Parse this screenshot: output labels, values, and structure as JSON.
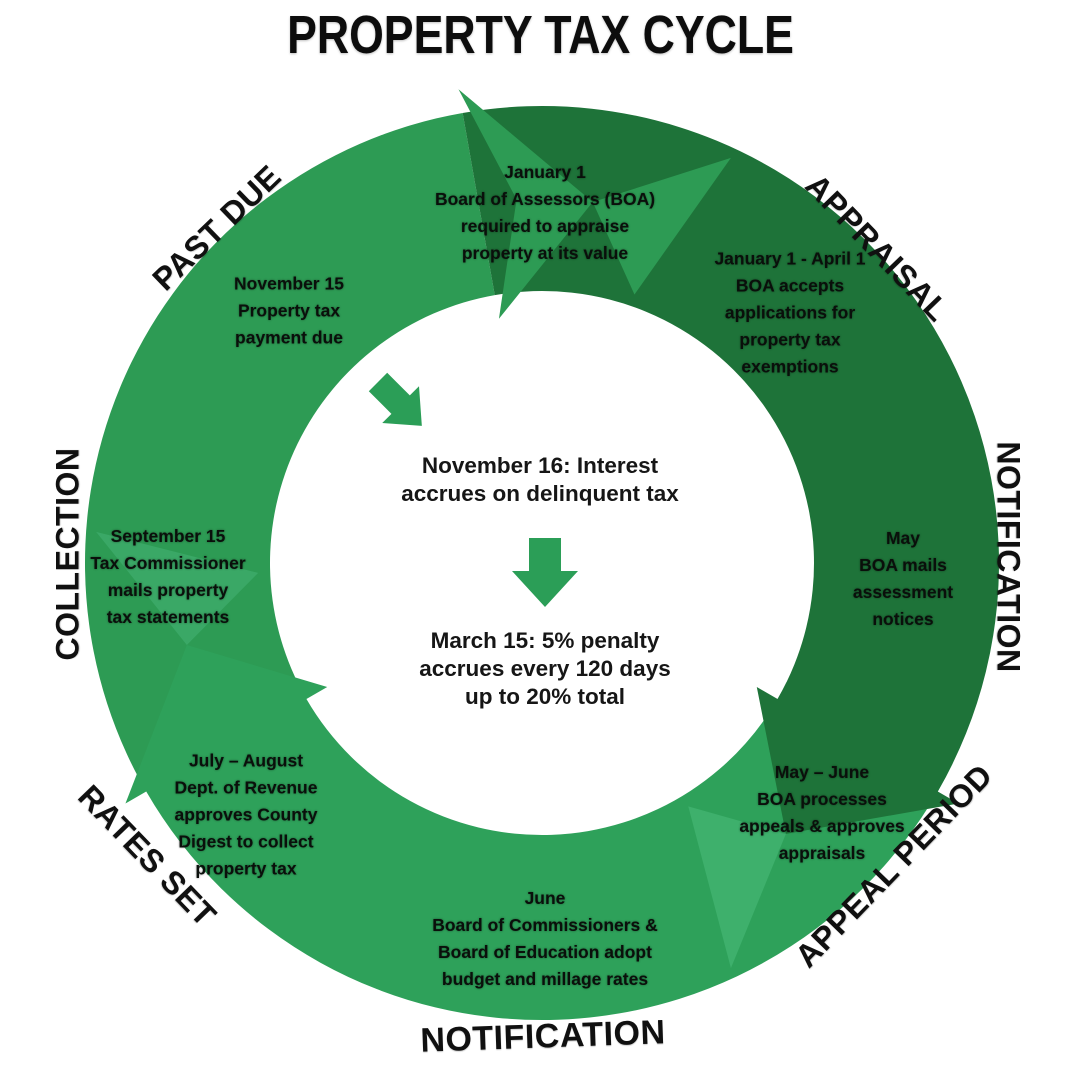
{
  "title": "PROPERTY TAX CYCLE",
  "colors": {
    "ring_left": "#2d9b54",
    "ring_right": "#1e7339",
    "ring_bottom": "#2ea15a",
    "wedge_light_bottom": "#3eb06c",
    "wedge_light_left": "#3aa866",
    "center_arrow": "#2b9e57",
    "text_dark": "#0a0f0b"
  },
  "outer_labels": {
    "past_due": "PAST DUE",
    "appraisal": "APPRAISAL",
    "notification_right": "NOTIFICATION",
    "appeal_period": "APPEAL PERIOD",
    "notification_bottom": "NOTIFICATION",
    "rates_set": "RATES SET",
    "collection": "COLLECTION"
  },
  "segments": {
    "january": "January 1\nBoard of Assessors (BOA)\nrequired to appraise\nproperty at its value",
    "jan_april": "January 1 - April 1\nBOA accepts\napplications for\nproperty tax\nexemptions",
    "may": "May\nBOA mails\nassessment\nnotices",
    "may_june": "May – June\nBOA processes\nappeals & approves\nappraisals",
    "june": "June\nBoard of Commissioners &\nBoard of Education adopt\nbudget and millage rates",
    "july_august": "July – August\nDept. of Revenue\napproves County\nDigest to collect\nproperty tax",
    "september": "September 15\nTax Commissioner\nmails property\ntax statements",
    "november15": "November 15\nProperty tax\npayment due"
  },
  "center": {
    "november16": "November 16: Interest\naccrues on delinquent tax",
    "march15": "March 15: 5% penalty\naccrues every 120 days\nup to 20% total"
  }
}
